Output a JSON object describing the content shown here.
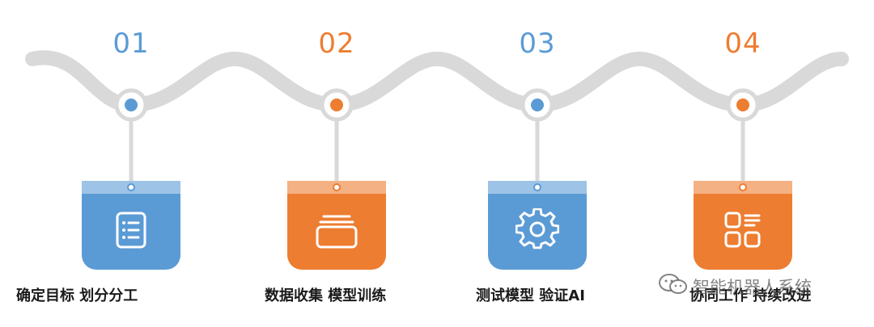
{
  "steps": [
    {
      "number": "01",
      "title": "确定目标 划分分工",
      "color": "#5b9bd5",
      "band_color": "#9dc3e6",
      "icon": "document-list-icon"
    },
    {
      "number": "02",
      "title": "数据收集 模型训练",
      "color": "#ed7d31",
      "band_color": "#f4b183",
      "icon": "data-folder-icon"
    },
    {
      "number": "03",
      "title": "测试模型 验证AI",
      "color": "#5b9bd5",
      "band_color": "#9dc3e6",
      "icon": "gear-icon"
    },
    {
      "number": "04",
      "title": "协同工作 持续改进",
      "color": "#ed7d31",
      "band_color": "#f4b183",
      "icon": "grid-apps-icon"
    }
  ],
  "watermark": {
    "text": "智能机器人系统",
    "icon": "wechat-icon"
  },
  "colors": {
    "wave": "#d9d9d9",
    "text": "#1a1a1a"
  }
}
